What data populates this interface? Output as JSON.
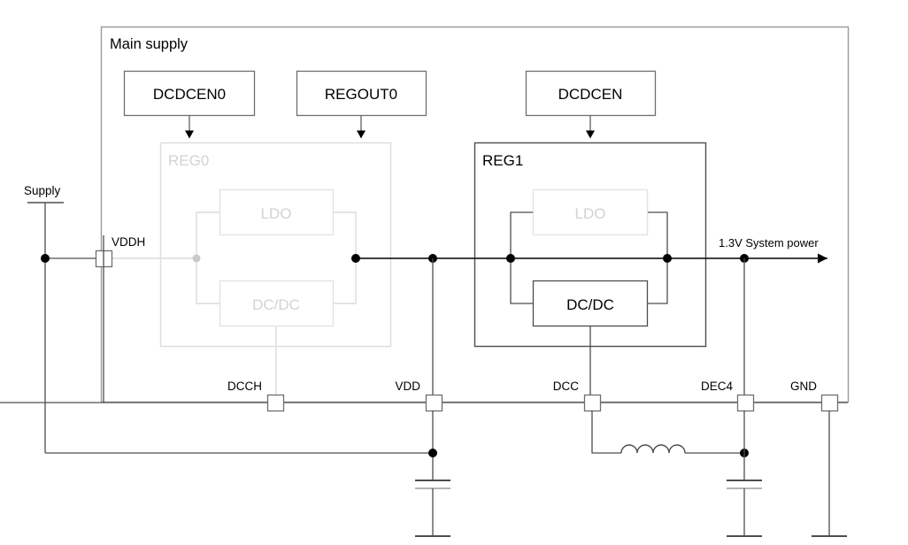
{
  "diagram": {
    "title": "Main supply",
    "blocks": {
      "reg0": {
        "label": "REG0",
        "state": "disabled",
        "ldo": "LDO",
        "dcdc": "DC/DC"
      },
      "reg1": {
        "label": "REG1",
        "state": "enabled",
        "ldo": "LDO",
        "dcdc": "DC/DC"
      }
    },
    "signals": [
      {
        "name": "DCDCEN0",
        "target": "REG0"
      },
      {
        "name": "REGOUT0",
        "target": "REG0"
      },
      {
        "name": "DCDCEN",
        "target": "REG1"
      }
    ],
    "pins": {
      "vddh": "VDDH",
      "dcch": "DCCH",
      "vdd": "VDD",
      "dcc": "DCC",
      "dec4": "DEC4",
      "gnd": "GND"
    },
    "nets": {
      "supply": "Supply",
      "output": "1.3V System power"
    },
    "colors": {
      "active": "#000000",
      "disabled": "#d9d9d9",
      "frame": "#9a9a9a",
      "wire": "#4d4d4d"
    }
  }
}
